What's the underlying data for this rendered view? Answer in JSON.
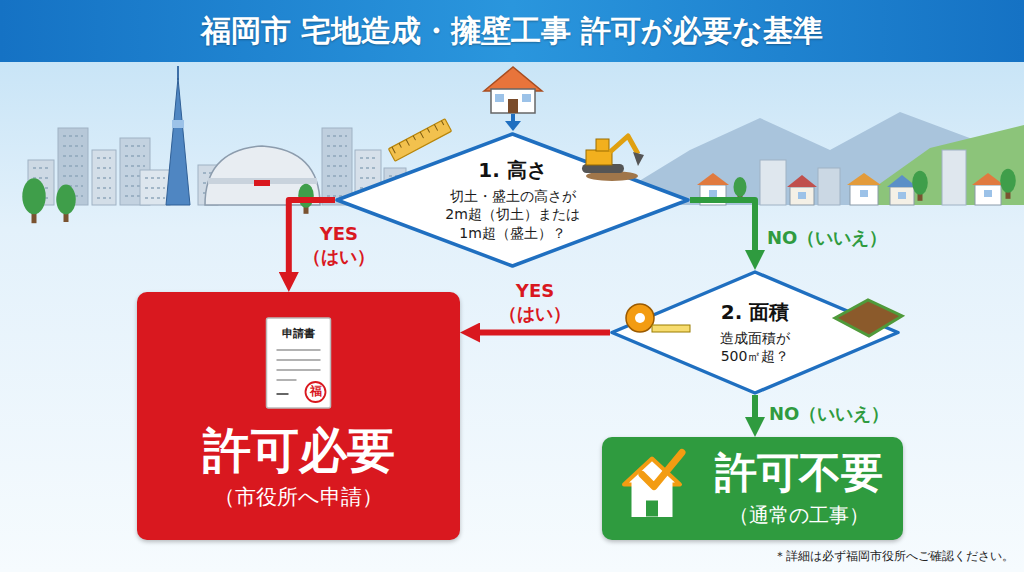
{
  "diagram": {
    "title": "福岡市 宅地造成・擁壁工事 許可が必要な基準",
    "nodes": [
      {
        "text": [
          "1. 高さ",
          "切土・盛土の高さが 2m超（切土）または 1m超（盛土）？"
        ]
      },
      {
        "text": [
          "2. 面積",
          "造成面積が 500㎡超？"
        ]
      },
      {
        "text": [
          "許可必要",
          "（市役所へ申請）"
        ]
      },
      {
        "text": [
          "許可不要",
          "（通常の工事）"
        ]
      }
    ],
    "edges": [
      {
        "from": 0,
        "to": 2,
        "arrow": "to",
        "label": "YES （はい）"
      },
      {
        "from": 0,
        "to": 1,
        "arrow": "to",
        "label": "NO（いいえ）"
      },
      {
        "from": 1,
        "to": 2,
        "arrow": "to",
        "label": "YES （はい）"
      },
      {
        "from": 1,
        "to": 3,
        "arrow": "to",
        "label": "NO（いいえ）"
      }
    ],
    "labels": [
      "申請書",
      "福",
      "＊詳細は必ず福岡市役所へご確認ください。"
    ]
  }
}
